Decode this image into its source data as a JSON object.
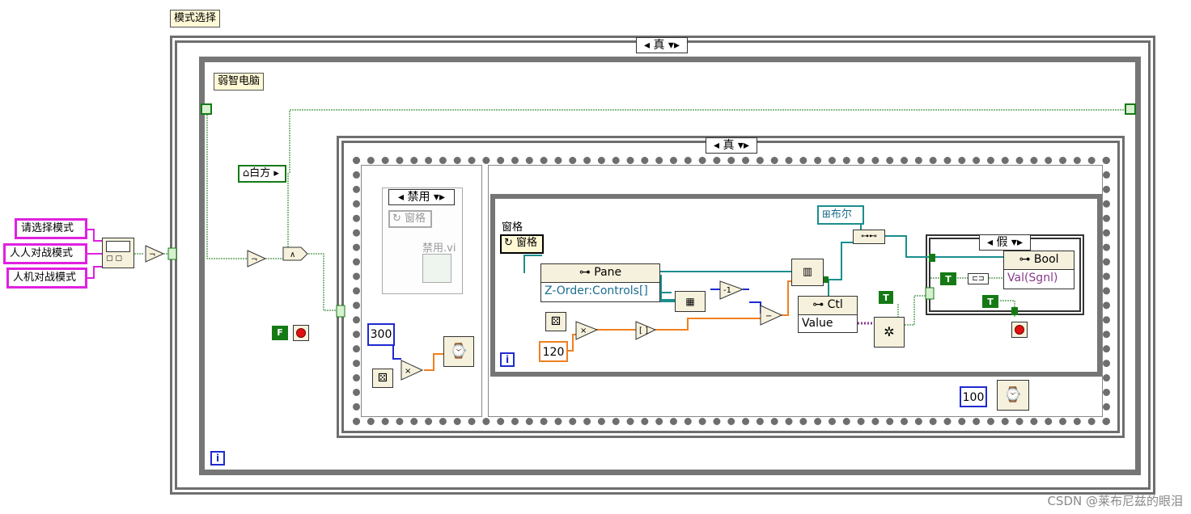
{
  "watermark": "CSDN @莱布尼兹的眼泪",
  "labels": {
    "mode_select": "模式选择",
    "weak_ai": "弱智电脑",
    "pane_label": "窗格"
  },
  "controls": {
    "prompt_mode": "请选择模式",
    "pvp_mode": "人人对战模式",
    "pve_mode": "人机对战模式"
  },
  "case_outer": {
    "value": "真"
  },
  "case_inner": {
    "value": "真"
  },
  "case_disabled": {
    "value": "禁用"
  },
  "case_false": {
    "value": "假"
  },
  "disabled_pane_ref": "窗格",
  "disabled_vi": "禁用.vi",
  "white_side": "白方",
  "pane_ref": "窗格",
  "pane_node": {
    "title": "Pane",
    "property": "Z-Order:Controls[]"
  },
  "ctl_node": {
    "title": "Ctl",
    "property": "Value"
  },
  "bool_node": {
    "title": "Bool",
    "property": "Val(Sgnl)"
  },
  "bool_const": "布尔",
  "constants": {
    "n300": "300",
    "n120": "120",
    "n100": "100",
    "f_const": "F",
    "t1": "T",
    "t2": "T",
    "t3": "T"
  },
  "loop_index": "i",
  "colors": {
    "pink_string": "#e020e0",
    "boolean_green": "#157a15",
    "numeric_blue": "#1f2ad0",
    "orange_dbl": "#f08020",
    "ref_teal": "#1b8e8e",
    "structure_gray": "#6e6e6e"
  }
}
